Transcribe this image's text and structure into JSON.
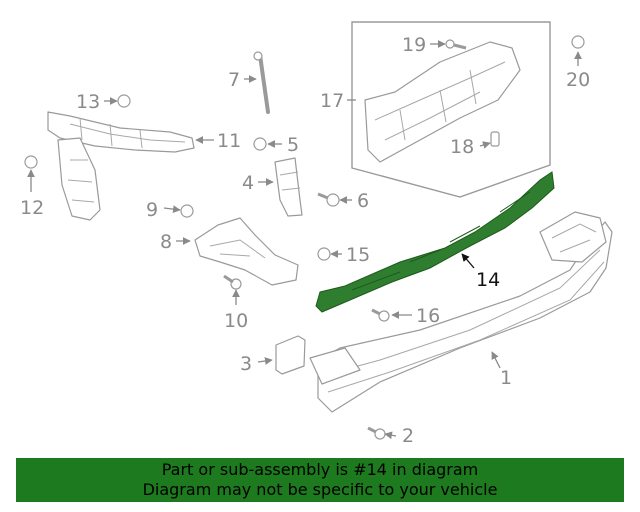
{
  "callouts": [
    "1",
    "2",
    "3",
    "4",
    "5",
    "6",
    "7",
    "8",
    "9",
    "10",
    "11",
    "12",
    "13",
    "14",
    "15",
    "16",
    "17",
    "18",
    "19",
    "20"
  ],
  "highlight_callout": "14",
  "colors": {
    "highlight_part": "#2f7d2f",
    "banner": "#1e7a1e",
    "outline": "#9a9a9a",
    "label": "#8a8a8a"
  },
  "banner": {
    "line1": "Part or sub-assembly is #14 in diagram",
    "line2": "Diagram may not be specific to your vehicle"
  }
}
